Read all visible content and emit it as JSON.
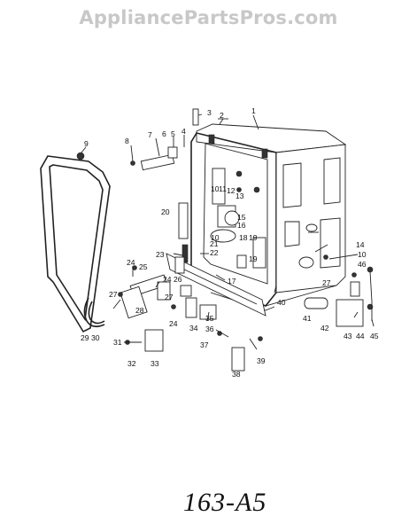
{
  "watermark": "AppliancePartsPros.com",
  "diagram_code": "163-A5",
  "callouts": [
    "1",
    "2",
    "3",
    "4",
    "5",
    "6",
    "7",
    "8",
    "9",
    "10",
    "11",
    "12",
    "13",
    "14",
    "15",
    "16",
    "17",
    "18",
    "19",
    "20",
    "21",
    "22",
    "23",
    "24",
    "25",
    "26",
    "27",
    "28",
    "29",
    "30",
    "31",
    "32",
    "33",
    "34",
    "35",
    "36",
    "37",
    "38",
    "39",
    "40",
    "41",
    "42",
    "43",
    "44",
    "45",
    "46"
  ],
  "extra_labels": [
    "10",
    "10",
    "24",
    "24",
    "27",
    "27",
    "19"
  ]
}
